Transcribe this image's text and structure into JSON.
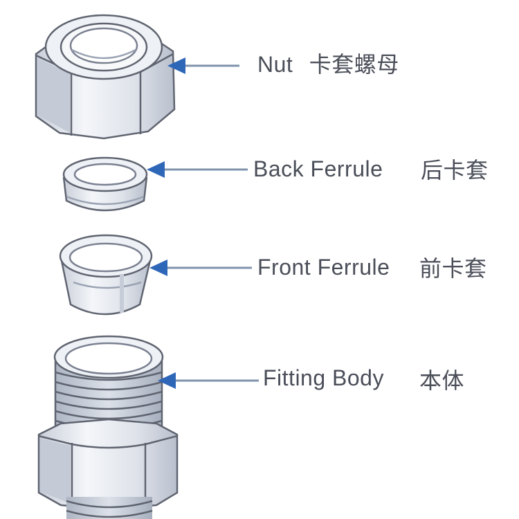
{
  "colors": {
    "outline": "#5f6470",
    "light_outline": "#9aa3b3",
    "arrow": "#2f67b8",
    "arrow_line": "#7f93ad",
    "text": "#4a4e58",
    "shade": "#c6ccd8",
    "shade_light": "#e1e5ed"
  },
  "parts": [
    {
      "id": "nut",
      "label_en": "Nut",
      "label_cn": "卡套螺母",
      "icon": "hex-nut-icon"
    },
    {
      "id": "back-ferrule",
      "label_en": "Back Ferrule",
      "label_cn": "后卡套",
      "icon": "back-ferrule-icon"
    },
    {
      "id": "front-ferrule",
      "label_en": "Front Ferrule",
      "label_cn": "前卡套",
      "icon": "front-ferrule-icon"
    },
    {
      "id": "fitting-body",
      "label_en": "Fitting Body",
      "label_cn": "本体",
      "icon": "fitting-body-icon"
    }
  ]
}
